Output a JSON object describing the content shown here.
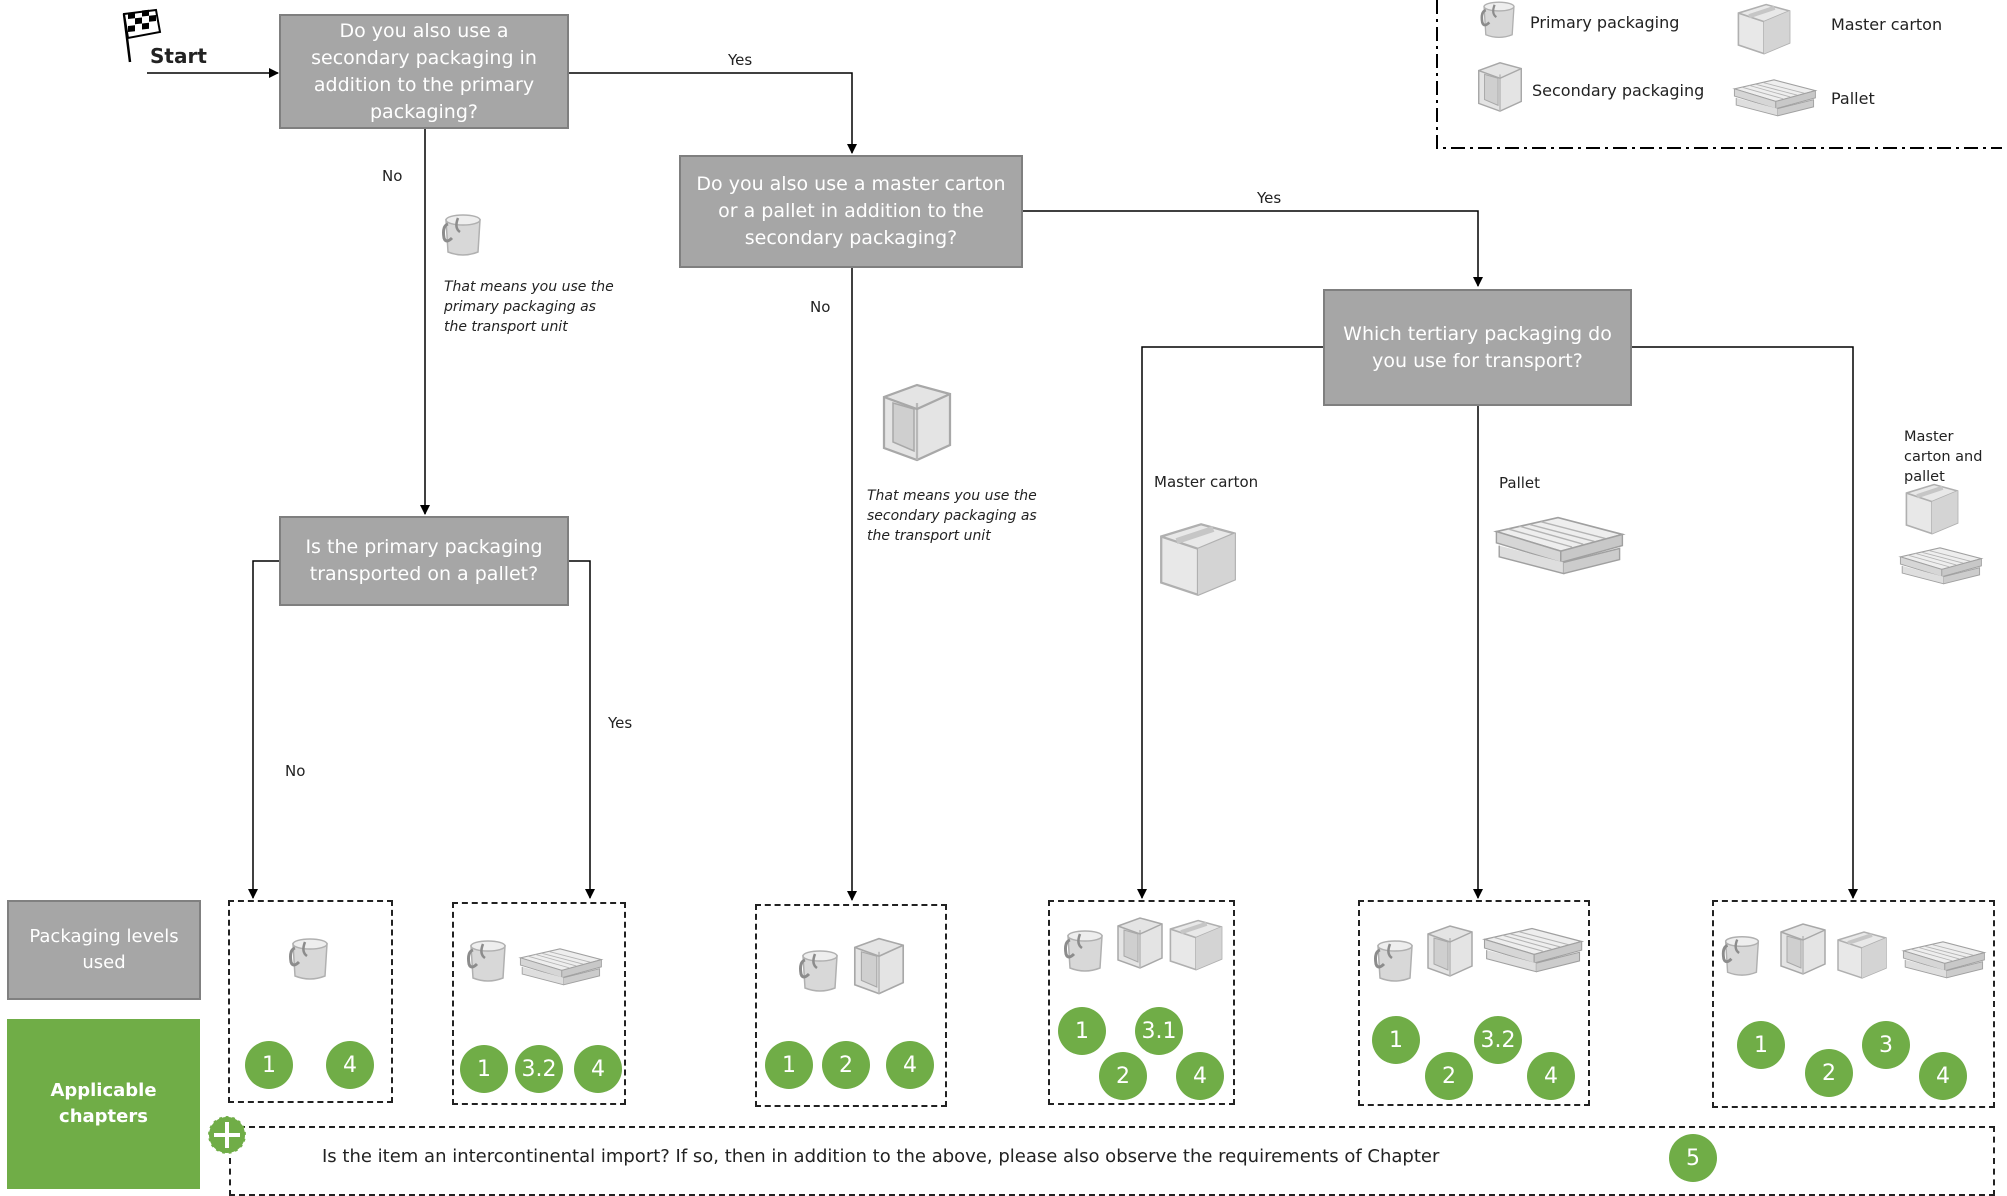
{
  "start_label": "Start",
  "legend": {
    "primary": "Primary packaging",
    "secondary": "Secondary packaging",
    "master": "Master carton",
    "pallet": "Pallet"
  },
  "questions": {
    "q1": "Do you also use a secondary packaging in addition to the primary packaging?",
    "q2": "Do you also use a master carton or a pallet in addition to the secondary packaging?",
    "q3": "Which tertiary packaging do you use for transport?",
    "q4": "Is the primary packaging transported on a pallet?"
  },
  "edge_labels": {
    "yes": "Yes",
    "no": "No"
  },
  "notes": {
    "primary_unit": "That means you use the primary packaging as the transport unit",
    "secondary_unit": "That means you use the secondary packaging as the transport unit"
  },
  "branch_labels": {
    "master": "Master carton",
    "pallet": "Pallet",
    "both": "Master carton and pallet"
  },
  "side": {
    "levels": "Packaging levels used",
    "chapters": "Applicable chapters"
  },
  "results": [
    {
      "chapters": [
        "1",
        "4"
      ]
    },
    {
      "chapters": [
        "1",
        "3.2",
        "4"
      ]
    },
    {
      "chapters": [
        "1",
        "2",
        "4"
      ]
    },
    {
      "chapters": [
        "1",
        "3.1",
        "2",
        "4"
      ]
    },
    {
      "chapters": [
        "1",
        "3.2",
        "2",
        "4"
      ]
    },
    {
      "chapters": [
        "1",
        "3",
        "2",
        "4"
      ]
    }
  ],
  "footer": {
    "text": "Is the item an intercontinental import? If so, then in addition to the above, please also observe the requirements of Chapter",
    "chapter": "5"
  },
  "colors": {
    "box": "#a6a6a6",
    "chip": "#70ad47"
  },
  "icons": [
    "flag-icon",
    "bucket-icon",
    "secondary-box-icon",
    "master-carton-icon",
    "pallet-icon",
    "plus-icon"
  ]
}
